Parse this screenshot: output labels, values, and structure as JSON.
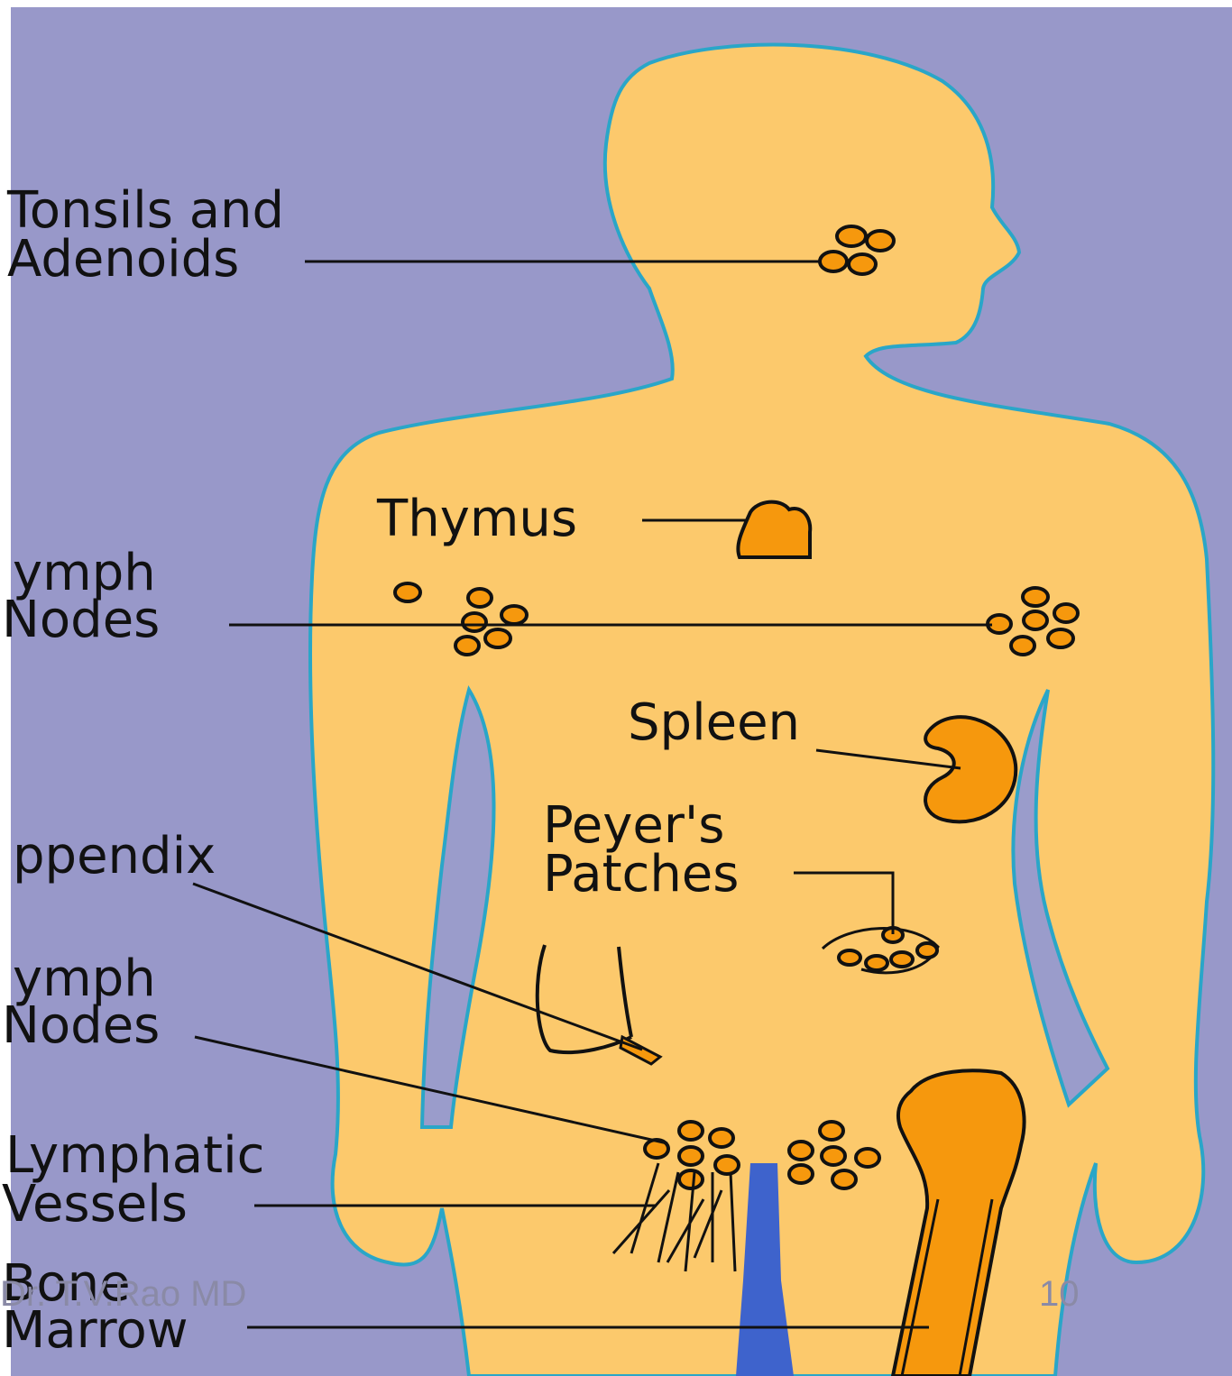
{
  "colors": {
    "background": "#9898c9",
    "skin": "#fcc96c",
    "skin_outline": "#2aa6c8",
    "organ": "#f6980d",
    "vessel_gap": "#9a9ccb",
    "blood_vessel": "#3e63cc",
    "line": "#111111"
  },
  "labels": {
    "tonsils_line1": "Tonsils and",
    "tonsils_line2": "Adenoids",
    "thymus": "Thymus",
    "lymph_nodes_upper_line1": "ymph",
    "lymph_nodes_upper_line2": "Nodes",
    "spleen": "Spleen",
    "peyers_line1": "Peyer's",
    "peyers_line2": "Patches",
    "appendix": "ppendix",
    "lymph_nodes_lower_line1": "ymph",
    "lymph_nodes_lower_line2": "Nodes",
    "lymphatic_line1": "Lymphatic",
    "lymphatic_line2": "Vessels",
    "bone_line1": "Bone",
    "bone_line2": "Marrow"
  },
  "footer": {
    "author": "Dr. T.V.Rao MD",
    "page_number": "10"
  }
}
